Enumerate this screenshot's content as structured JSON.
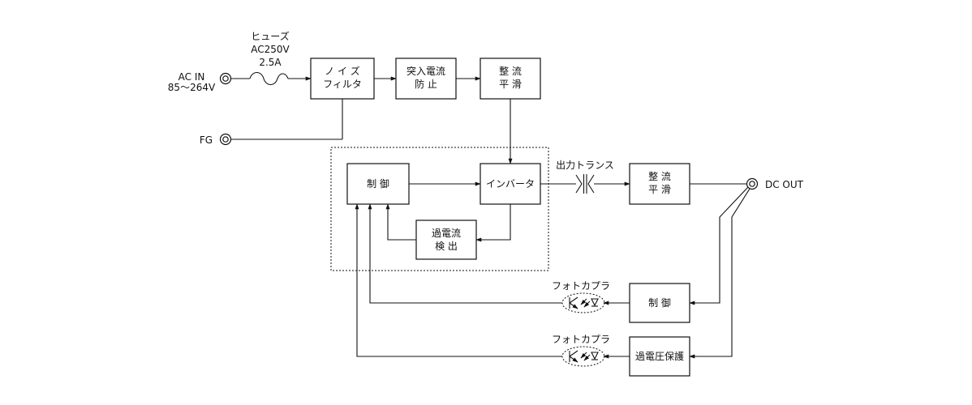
{
  "labels": {
    "ac_in_1": "AC IN",
    "ac_in_2": "85～264V",
    "fg": "FG",
    "dc_out": "DC OUT",
    "fuse_1": "ヒューズ",
    "fuse_2": "AC250V",
    "fuse_3": "2.5A",
    "output_transformer": "出力トランス",
    "photocoupler_1": "フォトカプラ",
    "photocoupler_2": "フォトカプラ"
  },
  "blocks": {
    "noise_filter_1": "ノ イ ズ",
    "noise_filter_2": "フィルタ",
    "inrush_1": "突入電流",
    "inrush_2": "防 止",
    "rectify1_1": "整 流",
    "rectify1_2": "平 滑",
    "control_main": "制 御",
    "inverter": "インバータ",
    "overcurrent_1": "過電流",
    "overcurrent_2": "検 出",
    "rectify2_1": "整 流",
    "rectify2_2": "平 滑",
    "control_fb": "制 御",
    "overvoltage": "過電圧保護"
  }
}
